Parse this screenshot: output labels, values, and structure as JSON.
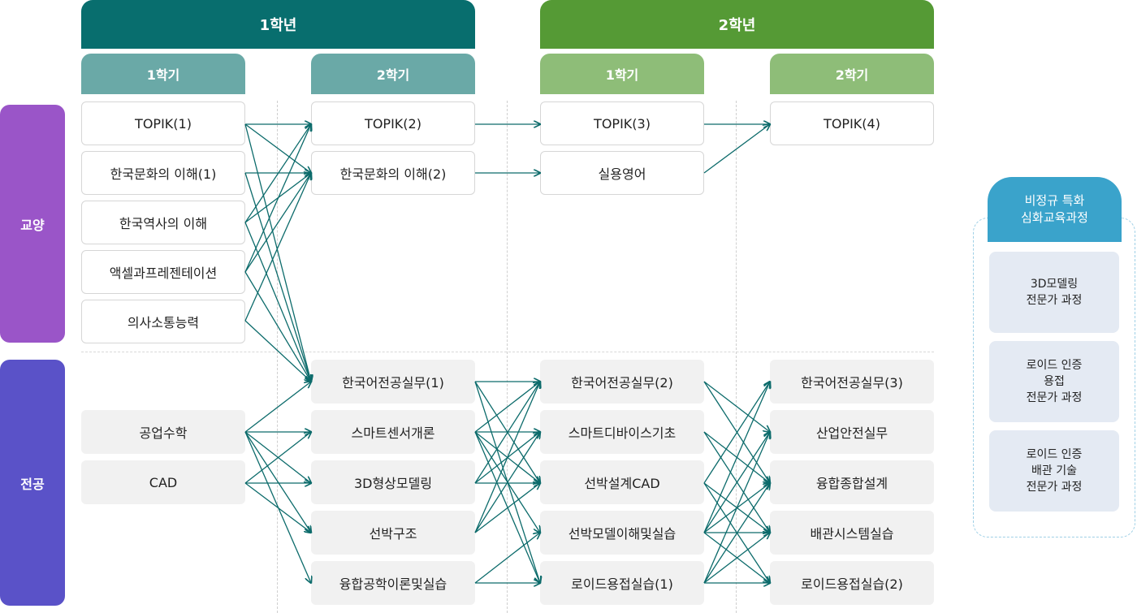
{
  "colors": {
    "year1": "#086e6e",
    "year2": "#559a35",
    "year1_semester": "#6aa9a7",
    "year2_semester": "#8ebd78",
    "liberal": "#9a55c8",
    "major": "#5a52c8",
    "special_header": "#3aa3cb",
    "special_item": "#e4eaf3",
    "arrow": "#0c6b6b"
  },
  "years": [
    {
      "label": "1학년",
      "semesters": [
        "1학기",
        "2학기"
      ]
    },
    {
      "label": "2학년",
      "semesters": [
        "1학기",
        "2학기"
      ]
    }
  ],
  "categories": {
    "liberal": "교양",
    "major": "전공"
  },
  "courses": {
    "col1": [
      "TOPIK(1)",
      "한국문화의 이해(1)",
      "한국역사의 이해",
      "액셀과프레젠테이션",
      "의사소통능력",
      "공업수학",
      "CAD"
    ],
    "col2": [
      "TOPIK(2)",
      "한국문화의 이해(2)",
      "한국어전공실무(1)",
      "스마트센서개론",
      "3D형상모델링",
      "선박구조",
      "융합공학이론및실습"
    ],
    "col3": [
      "TOPIK(3)",
      "실용영어",
      "한국어전공실무(2)",
      "스마트디바이스기초",
      "선박설계CAD",
      "선박모델이해및실습",
      "로이드용접실습(1)"
    ],
    "col4": [
      "TOPIK(4)",
      "한국어전공실무(3)",
      "산업안전실무",
      "융합종합설계",
      "배관시스템실습",
      "로이드용접실습(2)"
    ]
  },
  "special": {
    "title": "비정규 특화\n심화교육과정",
    "items": [
      "3D모델링\n전문가 과정",
      "로이드 인증\n용접\n전문가 과정",
      "로이드 인증\n배관 기술\n전문가 과정"
    ]
  }
}
